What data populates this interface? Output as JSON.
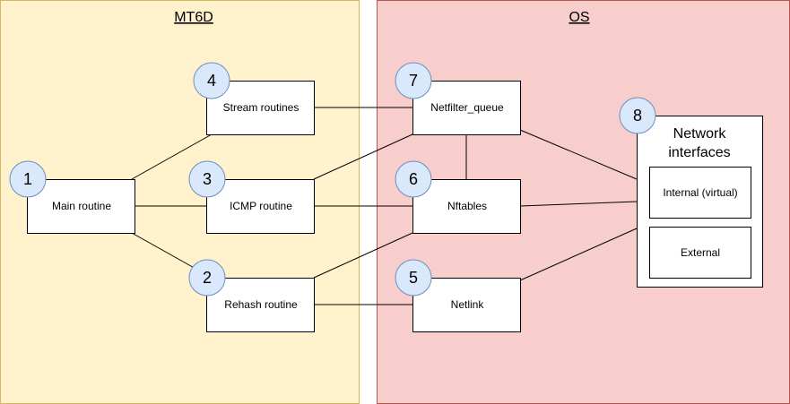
{
  "regions": {
    "mt6d": {
      "title": "MT6D",
      "fill": "#fff2cc",
      "stroke": "#d6b656"
    },
    "os": {
      "title": "OS",
      "fill": "#f8cecc",
      "stroke": "#b85450"
    }
  },
  "badge_colors": {
    "fill": "#dae8fc",
    "stroke": "#6c8ebf"
  },
  "nodes": {
    "main_routine": {
      "label": "Main routine",
      "badge": "1"
    },
    "rehash_routine": {
      "label": "Rehash routine",
      "badge": "2"
    },
    "icmp_routine": {
      "label": "ICMP routine",
      "badge": "3"
    },
    "stream_routines": {
      "label": "Stream routines",
      "badge": "4"
    },
    "netlink": {
      "label": "Netlink",
      "badge": "5"
    },
    "nftables": {
      "label": "Nftables",
      "badge": "6"
    },
    "netfilter_queue": {
      "label": "Netfilter_queue",
      "badge": "7"
    },
    "network_interfaces": {
      "label_line1": "Network",
      "label_line2": "interfaces",
      "badge": "8",
      "internal": "Internal (virtual)",
      "external": "External"
    }
  },
  "edges": [
    [
      "main_routine",
      "stream_routines"
    ],
    [
      "main_routine",
      "icmp_routine"
    ],
    [
      "main_routine",
      "rehash_routine"
    ],
    [
      "stream_routines",
      "netfilter_queue"
    ],
    [
      "icmp_routine",
      "netfilter_queue"
    ],
    [
      "icmp_routine",
      "nftables"
    ],
    [
      "rehash_routine",
      "nftables"
    ],
    [
      "rehash_routine",
      "netlink"
    ],
    [
      "netfilter_queue",
      "nftables"
    ],
    [
      "netfilter_queue",
      "network_interfaces"
    ],
    [
      "nftables",
      "network_interfaces"
    ],
    [
      "netlink",
      "network_interfaces"
    ]
  ]
}
